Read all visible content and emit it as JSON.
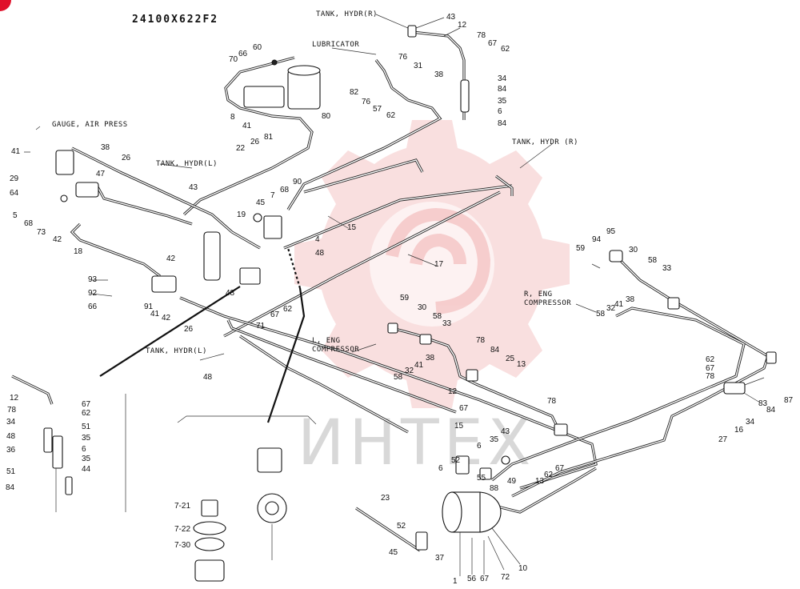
{
  "diagram": {
    "title": "24100X622F2",
    "watermark_text": "ИНТЕХ",
    "colors": {
      "ink": "#111111",
      "watermark_red": "#e05050",
      "watermark_gray": "#b9b9b9",
      "corner_mark": "#e0102a"
    },
    "captions": [
      "TANK, HYDR(R)",
      "LUBRICATOR",
      "GAUGE, AIR PRESS",
      "TANK, HYDR(L)",
      "TANK, HYDR (R)",
      "R, ENG\nCOMPRESSOR",
      "L, ENG\nCOMPRESSOR",
      "TANK, HYDR(L)"
    ],
    "labels": [
      "43",
      "12",
      "78",
      "67",
      "62",
      "34",
      "84",
      "35",
      "6",
      "84",
      "76",
      "31",
      "38",
      "82",
      "76",
      "57",
      "62",
      "70",
      "66",
      "60",
      "8",
      "41",
      "22",
      "26",
      "81",
      "80",
      "41",
      "38",
      "26",
      "29",
      "64",
      "47",
      "43",
      "5",
      "68",
      "73",
      "42",
      "18",
      "45",
      "7",
      "68",
      "90",
      "19",
      "4",
      "48",
      "15",
      "17",
      "93",
      "92",
      "66",
      "42",
      "91",
      "41",
      "42",
      "48",
      "67",
      "62",
      "71",
      "26",
      "48",
      "59",
      "94",
      "95",
      "30",
      "58",
      "33",
      "58",
      "32",
      "41",
      "38",
      "59",
      "30",
      "58",
      "33",
      "78",
      "84",
      "25",
      "13",
      "58",
      "32",
      "41",
      "38",
      "12",
      "67",
      "62",
      "67",
      "78",
      "87",
      "84",
      "83",
      "34",
      "16",
      "27",
      "12",
      "78",
      "34",
      "48",
      "36",
      "51",
      "84",
      "67",
      "62",
      "51",
      "35",
      "6",
      "35",
      "44",
      "15",
      "6",
      "35",
      "43",
      "52",
      "6",
      "55",
      "88",
      "49",
      "62",
      "13",
      "67",
      "78",
      "23",
      "52",
      "45",
      "37",
      "1",
      "56",
      "67",
      "72",
      "10",
      "7-21",
      "7-22",
      "7-30"
    ]
  }
}
